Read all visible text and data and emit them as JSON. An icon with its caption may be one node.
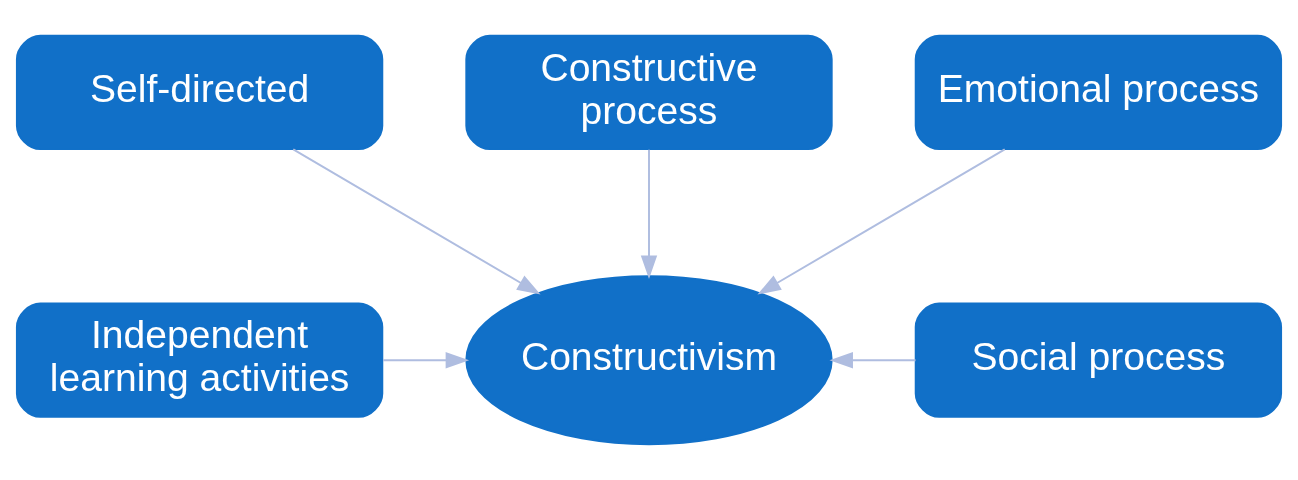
{
  "diagram": {
    "nodes": [
      {
        "text": [
          "Self-directed"
        ]
      },
      {
        "text": [
          "Constructive process"
        ]
      },
      {
        "text": [
          "Emotional process"
        ]
      },
      {
        "text": [
          "Independent learning activities"
        ]
      },
      {
        "text": [
          "Constructivism"
        ]
      },
      {
        "text": [
          "Social process"
        ]
      }
    ],
    "edges": [
      {
        "from": 0,
        "to": 4,
        "arrow": "to"
      },
      {
        "from": 1,
        "to": 4,
        "arrow": "to"
      },
      {
        "from": 2,
        "to": 4,
        "arrow": "to"
      },
      {
        "from": 3,
        "to": 4,
        "arrow": "to"
      },
      {
        "from": 5,
        "to": 4,
        "arrow": "to"
      }
    ]
  }
}
